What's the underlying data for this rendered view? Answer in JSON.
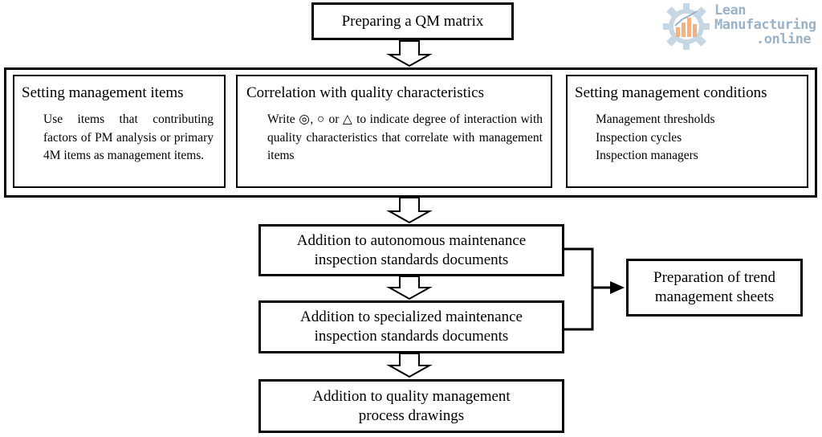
{
  "top_box": {
    "label": "Preparing a QM matrix"
  },
  "panels": [
    {
      "title": "Setting management items",
      "body": "Use items that contributing factors of PM analysis or primary 4M items as management items."
    },
    {
      "title": "Correlation with quality characteristics",
      "body": "Write ◎, ○ or △ to indicate degree of interaction with quality characteristics that correlate with management items"
    },
    {
      "title": "Setting management conditions",
      "items": [
        "Management thresholds",
        "Inspection cycles",
        "Inspection managers"
      ]
    }
  ],
  "flow": {
    "autonomous": {
      "line1": "Addition to autonomous maintenance",
      "line2": "inspection standards documents"
    },
    "specialized": {
      "line1": "Addition to specialized maintenance",
      "line2": "inspection standards documents"
    },
    "quality": {
      "line1": "Addition to quality management",
      "line2": "process drawings"
    },
    "trend": {
      "line1": "Preparation of trend",
      "line2": "management sheets"
    }
  },
  "logo": {
    "icon": "gear-chart-icon",
    "line1": "Lean",
    "line2": "Manufacturing",
    "line3": ".online",
    "color": "#9bb3c9"
  }
}
